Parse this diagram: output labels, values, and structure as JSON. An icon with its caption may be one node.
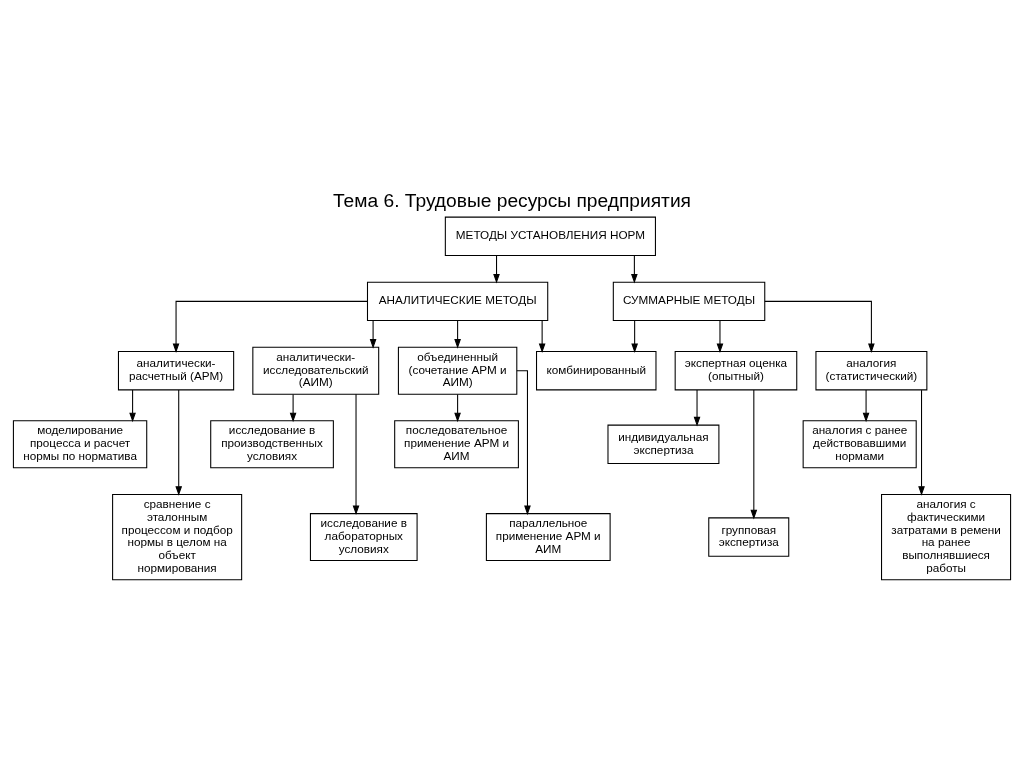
{
  "diagram": {
    "title": "Тема 6. Трудовые ресурсы предприятия",
    "nodes": [
      {
        "text": [
          "МЕТОДЫ УСТАНОВЛЕНИЯ НОРМ"
        ]
      },
      {
        "text": [
          "АНАЛИТИЧЕСКИЕ МЕТОДЫ"
        ]
      },
      {
        "text": [
          "СУММАРНЫЕ МЕТОДЫ"
        ]
      },
      {
        "text": [
          "аналитически- расчетный (АРМ)"
        ]
      },
      {
        "text": [
          "аналитически- исследовательский (АИМ)"
        ]
      },
      {
        "text": [
          "объединенный (сочетание АРМ и АИМ)"
        ]
      },
      {
        "text": [
          "комбинированный"
        ]
      },
      {
        "text": [
          "экспертная оценка (опытный)"
        ]
      },
      {
        "text": [
          "аналогия (статистический)"
        ]
      },
      {
        "text": [
          "моделирование процесса и расчет нормы по норматива"
        ]
      },
      {
        "text": [
          "сравнение с эталонным процессом и подбор нормы в целом на объект нормирования"
        ]
      },
      {
        "text": [
          "исследование в производственных условиях"
        ]
      },
      {
        "text": [
          "исследование в лабораторных условиях"
        ]
      },
      {
        "text": [
          "последовательное применение АРМ и АИМ"
        ]
      },
      {
        "text": [
          "параллельное применение АРМ и АИМ"
        ]
      },
      {
        "text": [
          "индивидуальная экспертиза"
        ]
      },
      {
        "text": [
          "групповая экспертиза"
        ]
      },
      {
        "text": [
          "аналогия с ранее действовавшими нормами"
        ]
      },
      {
        "text": [
          "аналогия с фактическими затратами в ремени на ранее выполнявшиеся работы"
        ]
      }
    ],
    "edges": [
      {
        "from": 0,
        "to": 1,
        "arrow": "to"
      },
      {
        "from": 0,
        "to": 2,
        "arrow": "to"
      },
      {
        "from": 1,
        "to": 3,
        "arrow": "to"
      },
      {
        "from": 1,
        "to": 4,
        "arrow": "to"
      },
      {
        "from": 1,
        "to": 5,
        "arrow": "to"
      },
      {
        "from": 1,
        "to": 6,
        "arrow": "to"
      },
      {
        "from": 2,
        "to": 6,
        "arrow": "to"
      },
      {
        "from": 2,
        "to": 7,
        "arrow": "to"
      },
      {
        "from": 2,
        "to": 8,
        "arrow": "to"
      },
      {
        "from": 3,
        "to": 9,
        "arrow": "to"
      },
      {
        "from": 3,
        "to": 10,
        "arrow": "to"
      },
      {
        "from": 4,
        "to": 11,
        "arrow": "to"
      },
      {
        "from": 4,
        "to": 12,
        "arrow": "to"
      },
      {
        "from": 5,
        "to": 13,
        "arrow": "to"
      },
      {
        "from": 5,
        "to": 14,
        "arrow": "to"
      },
      {
        "from": 7,
        "to": 15,
        "arrow": "to"
      },
      {
        "from": 7,
        "to": 16,
        "arrow": "to"
      },
      {
        "from": 8,
        "to": 17,
        "arrow": "to"
      },
      {
        "from": 8,
        "to": 18,
        "arrow": "to"
      }
    ]
  }
}
